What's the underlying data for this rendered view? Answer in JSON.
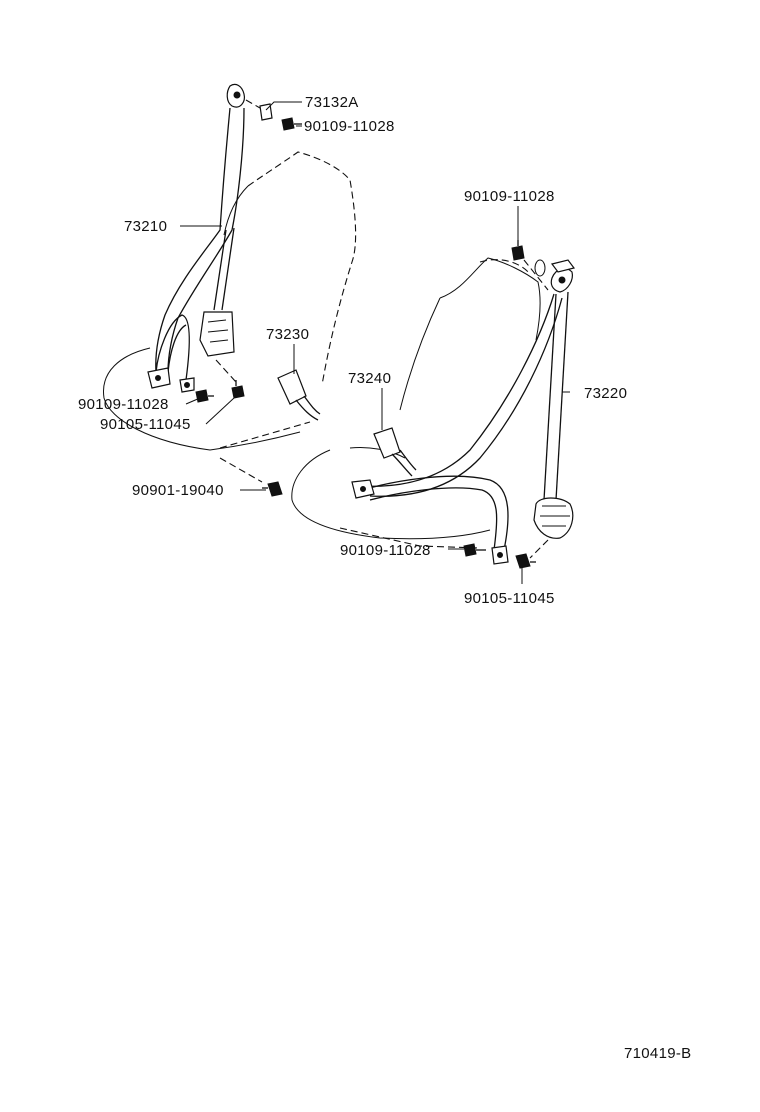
{
  "parts": {
    "p73132a": "73132A",
    "p90109_top": "90109-11028",
    "p73210": "73210",
    "p73230": "73230",
    "p90109_left": "90109-11028",
    "p90105_left": "90105-11045",
    "p90901": "90901-19040",
    "p90109_right_top": "90109-11028",
    "p73240": "73240",
    "p73220": "73220",
    "p90109_bottom": "90109-11028",
    "p90105_right": "90105-11045"
  },
  "drawing_number": "710419-B"
}
